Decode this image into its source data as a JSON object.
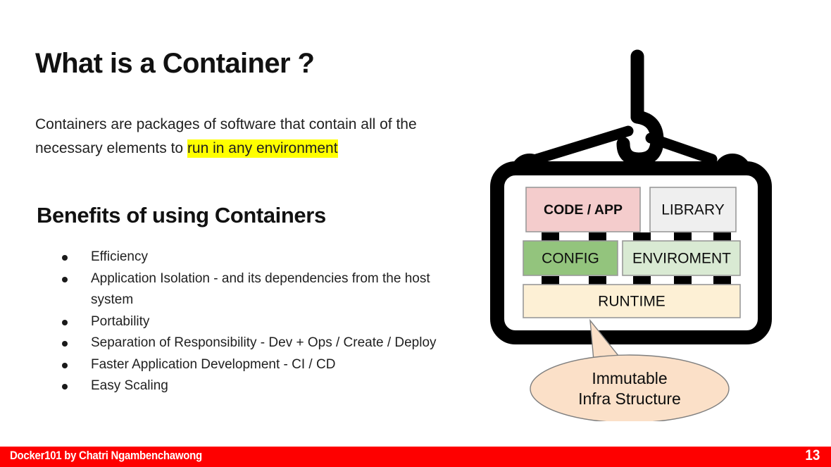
{
  "slide": {
    "title": "What is a Container ?",
    "intro": {
      "before": "Containers are packages of software that contain all of the necessary elements to ",
      "highlight": "run in any environment",
      "highlight_color": "#ffff00"
    },
    "benefits_heading": "Benefits of using Containers",
    "benefits": [
      "Efficiency",
      "Application Isolation - and its dependencies from the host system",
      "Portability",
      "Separation of Responsibility - Dev + Ops / Create / Deploy",
      "Faster Application Development - CI / CD",
      "Easy Scaling"
    ]
  },
  "diagram": {
    "name": "container-crate-diagram",
    "boxes": [
      {
        "id": "code-app",
        "label": "CODE / APP",
        "color": "#f4cccc",
        "border": "#999999",
        "bold": true
      },
      {
        "id": "library",
        "label": "LIBRARY",
        "color": "#efefef",
        "border": "#999999",
        "bold": false
      },
      {
        "id": "config",
        "label": "CONFIG",
        "color": "#93c47d",
        "border": "#999999",
        "bold": false
      },
      {
        "id": "enviroment",
        "label": "ENVIROMENT",
        "color": "#d9ead3",
        "border": "#999999",
        "bold": false
      },
      {
        "id": "runtime",
        "label": "RUNTIME",
        "color": "#fdf0d5",
        "border": "#999999",
        "bold": false
      }
    ],
    "frame_color": "#000000",
    "callout": {
      "line1": "Immutable",
      "line2": "Infra Structure",
      "fill": "#fbe0c8",
      "stroke": "#7f7f7f"
    }
  },
  "footer": {
    "title": "Docker101 by Chatri Ngambenchawong",
    "page_number": "13",
    "background": "#fe0000",
    "text_color": "#ffffff"
  }
}
